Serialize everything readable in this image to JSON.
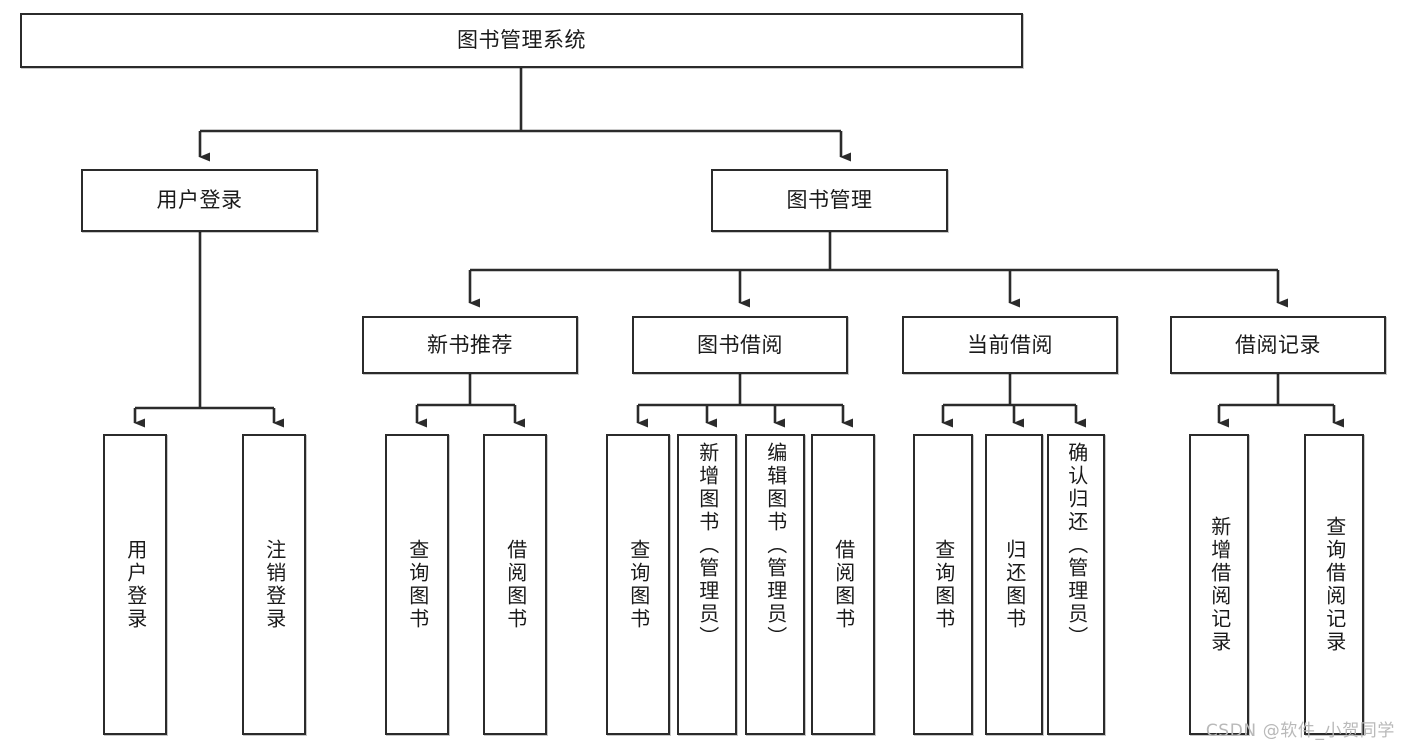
{
  "diagram": {
    "kind": "hierarchy-tree",
    "orientation": "top-down",
    "root": {
      "id": "root",
      "label": "图书管理系统"
    },
    "level1": [
      {
        "id": "user-login",
        "label": "用户登录"
      },
      {
        "id": "book-manage",
        "label": "图书管理"
      }
    ],
    "level2": [
      {
        "id": "new-book-recommend",
        "label": "新书推荐",
        "parent": "book-manage"
      },
      {
        "id": "book-borrow",
        "label": "图书借阅",
        "parent": "book-manage"
      },
      {
        "id": "current-borrow",
        "label": "当前借阅",
        "parent": "book-manage"
      },
      {
        "id": "borrow-record",
        "label": "借阅记录",
        "parent": "book-manage"
      }
    ],
    "leaves": [
      {
        "id": "leaf-user-login",
        "label": "用户登录",
        "parent": "user-login"
      },
      {
        "id": "leaf-user-logout",
        "label": "注销登录",
        "parent": "user-login"
      },
      {
        "id": "leaf-query-book-1",
        "label": "查询图书",
        "parent": "new-book-recommend"
      },
      {
        "id": "leaf-borrow-book-1",
        "label": "借阅图书",
        "parent": "new-book-recommend"
      },
      {
        "id": "leaf-query-book-2",
        "label": "查询图书",
        "parent": "book-borrow"
      },
      {
        "id": "leaf-add-book",
        "label": "新增图书（管理员）",
        "parent": "book-borrow"
      },
      {
        "id": "leaf-edit-book",
        "label": "编辑图书（管理员）",
        "parent": "book-borrow"
      },
      {
        "id": "leaf-borrow-book-2",
        "label": "借阅图书",
        "parent": "book-borrow"
      },
      {
        "id": "leaf-query-book-3",
        "label": "查询图书",
        "parent": "current-borrow"
      },
      {
        "id": "leaf-return-book",
        "label": "归还图书",
        "parent": "current-borrow"
      },
      {
        "id": "leaf-confirm-return",
        "label": "确认归还（管理员）",
        "parent": "current-borrow"
      },
      {
        "id": "leaf-add-record",
        "label": "新增借阅记录",
        "parent": "borrow-record"
      },
      {
        "id": "leaf-query-record",
        "label": "查询借阅记录",
        "parent": "borrow-record"
      }
    ],
    "colors": {
      "stroke": "#2b2b2b",
      "fill": "#ffffff",
      "text": "#1a1a1a",
      "watermark": "#b9b9b9"
    }
  },
  "watermark": {
    "text": "CSDN @软件_小贺同学"
  }
}
